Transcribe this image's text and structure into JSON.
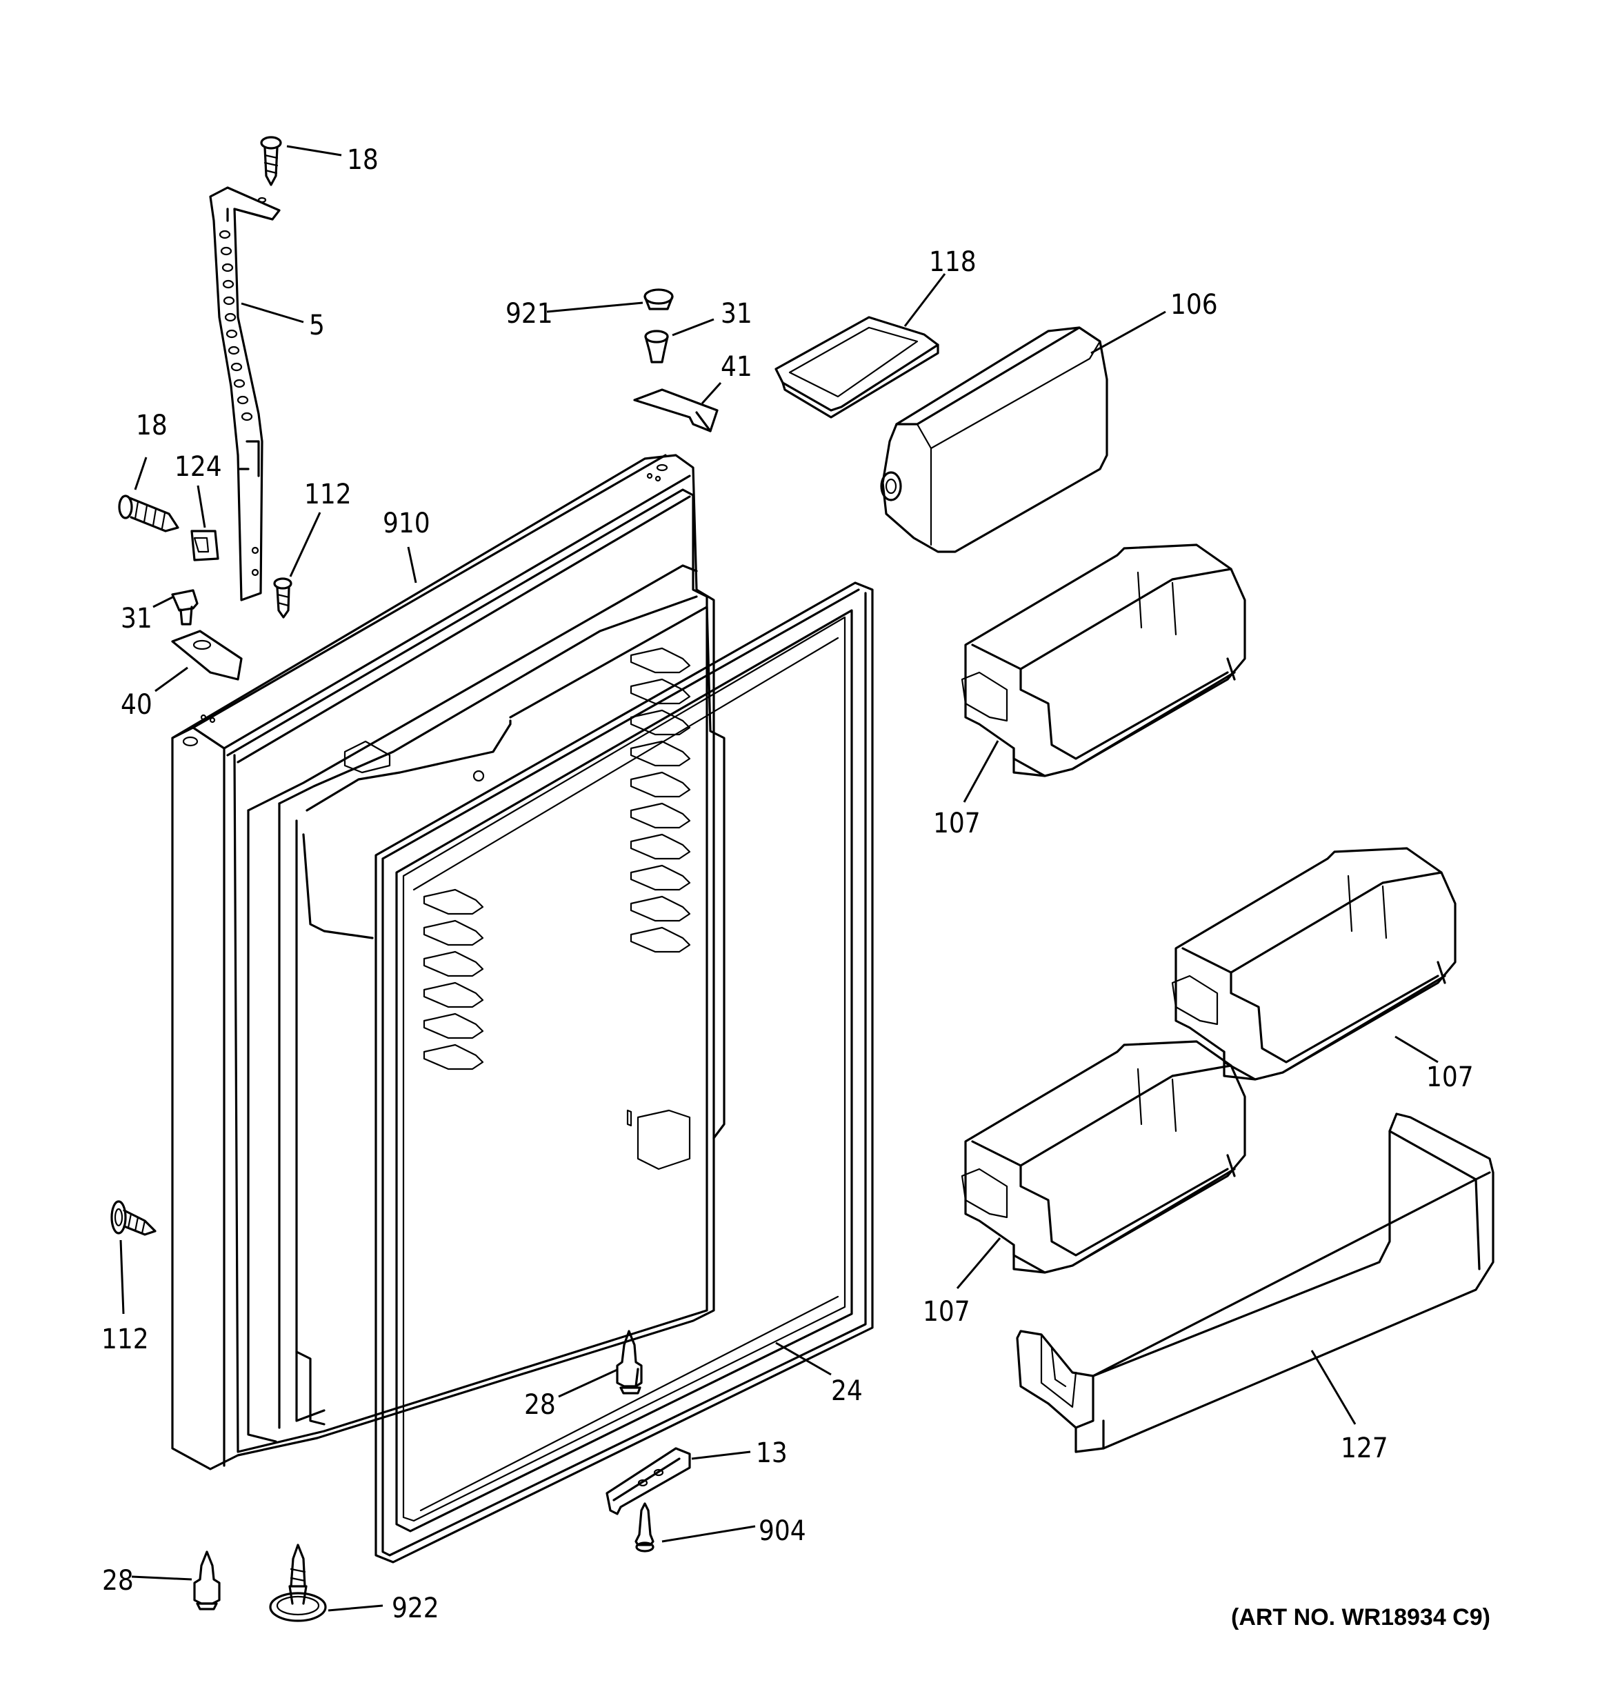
{
  "callouts": {
    "c18_top": "18",
    "c5": "5",
    "c18_left": "18",
    "c124": "124",
    "c112_top": "112",
    "c910": "910",
    "c31_left": "31",
    "c40": "40",
    "c921": "921",
    "c31_top": "31",
    "c41": "41",
    "c118": "118",
    "c106": "106",
    "c107_a": "107",
    "c107_b": "107",
    "c107_c": "107",
    "c112_left": "112",
    "c28_mid": "28",
    "c24": "24",
    "c13": "13",
    "c904": "904",
    "c127": "127",
    "c28_bottom": "28",
    "c922": "922"
  },
  "art_number": "(ART NO. WR18934 C9)"
}
